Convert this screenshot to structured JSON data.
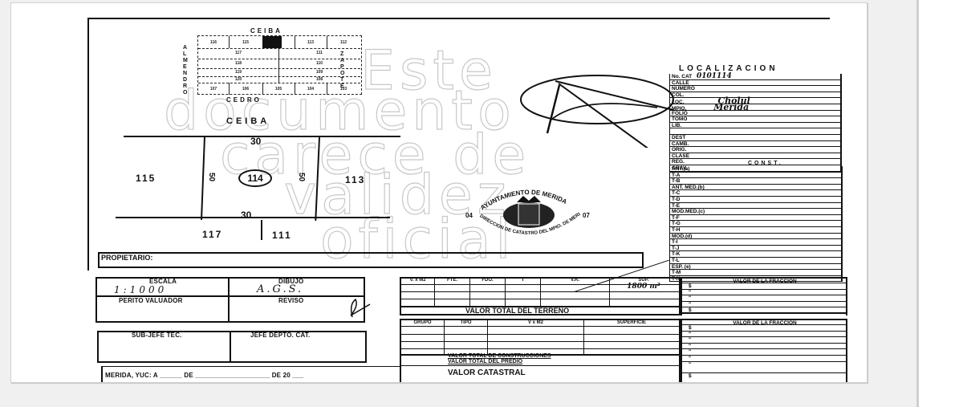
{
  "document": {
    "type": "Cédula catastral (scanned plat)",
    "watermark_lines": [
      "Este",
      "documento",
      "carece de",
      "validez",
      "oficial"
    ],
    "block_map": {
      "street_top": "CEIBA",
      "street_bottom": "CEDRO",
      "street_left": "ALMENDRO",
      "street_right": "ZAPOTE",
      "top_row": [
        "116",
        "115",
        "",
        "113",
        "112"
      ],
      "left_rows": [
        "117",
        "118",
        "119",
        "120"
      ],
      "right_rows": [
        "111",
        "110",
        "109",
        "108"
      ],
      "bottom_row": [
        "107",
        "106",
        "105",
        "104",
        "103"
      ]
    },
    "parcel": {
      "street_label": "CEIBA",
      "lot_number": "114",
      "left_neighbor": "115",
      "right_neighbor": "113",
      "bottom_left_neighbor": "117",
      "bottom_right_neighbor": "111",
      "front_dimension": "30",
      "back_dimension": "30",
      "left_dimension": "50",
      "right_dimension": "50"
    },
    "owner_label": "PROPIETARIO:",
    "seal": {
      "top_text": "AYUNTAMIENTO DE MERIDA",
      "bottom_text": "DIRECCION DE CATASTRO DEL MPIO. DE MERIDA",
      "left_number": "04",
      "right_number": "07"
    },
    "localizacion": {
      "title": "LOCALIZACION",
      "rows": [
        {
          "label": "No. CAT",
          "value": "0101114"
        },
        {
          "label": "CALLE",
          "value": ""
        },
        {
          "label": "NUMERO",
          "value": ""
        },
        {
          "label": "COL.",
          "value": ""
        },
        {
          "label": "LOC.",
          "value": "Cholul"
        },
        {
          "label": "MPIO.",
          "value": "Merida"
        },
        {
          "label": "FOLIO",
          "value": ""
        },
        {
          "label": "TOMO",
          "value": ""
        },
        {
          "label": "LIB.",
          "value": ""
        },
        {
          "label": "",
          "value": ""
        },
        {
          "label": "DEST",
          "value": ""
        },
        {
          "label": "CAMB.",
          "value": ""
        },
        {
          "label": "ORIG.",
          "value": ""
        },
        {
          "label": "CLASE",
          "value": ""
        },
        {
          "label": "REG.",
          "value": ""
        },
        {
          "label": "GRAV.",
          "value": ""
        }
      ]
    },
    "const": {
      "title": "CONST.",
      "rows": [
        "ANT.(a)",
        "T-A",
        "T-B",
        "ANT. MED.(b)",
        "T-C",
        "T-D",
        "T-E",
        "MOD.MED.(c)",
        "T-F",
        "T-G",
        "T-H",
        "MOD.(d)",
        "T-I",
        "T-J",
        "T-K",
        "T-L",
        "ESP. (e)",
        "T-M",
        "T-N"
      ]
    },
    "signatures": {
      "escala_label": "ESCALA",
      "escala_value": "1:1000",
      "dibujo_label": "DIBUJO",
      "dibujo_value": "A.G.S.",
      "perito_label": "PERITO VALUADOR",
      "reviso_label": "REVISO",
      "subjefe_label": "SUB-JEFE TEC.",
      "jefe_label": "JEFE DEPTO. CAT.",
      "footer_text": "MERIDA, YUC: A ______ DE ____________________ DE 20 ___"
    },
    "terreno": {
      "headers": [
        "V. x M2",
        "FTE.",
        "FDO.",
        "I",
        "V.R.",
        "SUP."
      ],
      "sup_value": "1800 m²",
      "total_label": "VALOR TOTAL DEL TERRENO",
      "fraccion_header": "VALOR DE LA FRACCION",
      "fraccion_rows": [
        "$",
        "\"",
        "\"",
        "\"",
        "$"
      ]
    },
    "construcciones": {
      "headers": [
        "GRUPO",
        "TIPO",
        "V x M2",
        "SUPERFICIE"
      ],
      "total_const_label": "VALOR TOTAL DE CONSTRUCCIONES",
      "total_predio_label": "VALOR TOTAL DEL PREDIO",
      "catastral_label": "VALOR CATASTRAL",
      "fraccion_header": "VALOR DE LA FRACCION",
      "fraccion_rows": [
        "$",
        "\"",
        "\"",
        "\"",
        "\"",
        "\"",
        "\"",
        "$"
      ]
    }
  }
}
